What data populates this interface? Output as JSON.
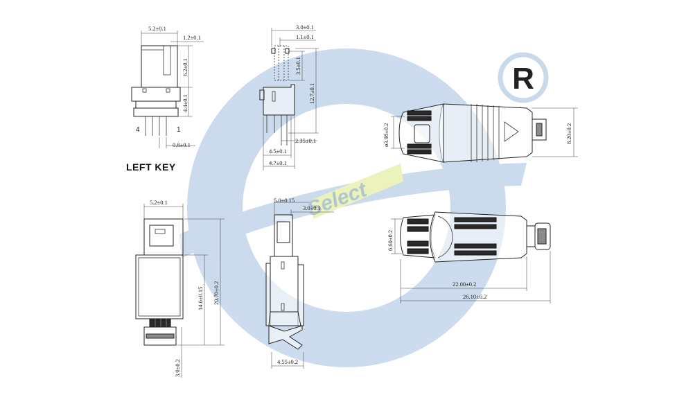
{
  "title_left": "LEFT KEY",
  "watermark": {
    "text": "Select",
    "registered_symbol": "R",
    "logo_color": "#c9d9ec",
    "logo_accent": "#eaf2b8"
  },
  "pins": {
    "left": "4",
    "right": "1"
  },
  "dims": {
    "tl_top_width": "5.2±0.1",
    "tl_notch": "1.2±0.1",
    "tl_upper_h": "6.2±0.1",
    "tl_lower_h": "4.4±0.1",
    "tl_pin_pitch": "0.8±0.1",
    "tm_top": "3.0±0.1",
    "tm_sub": "1.1±0.1",
    "tm_tab_h": "3.5±0.1",
    "tm_total_h": "12.7±0.1",
    "tm_pin_off": "2.35±0.1",
    "tm_base1": "4.5±0.1",
    "tm_base2": "4.7±0.1",
    "tr_dia": "ø3.98±0.2",
    "tr_height": "8.20±0.2",
    "bl_width": "5.2±0.1",
    "bl_body_h": "14.6±0.15",
    "bl_total_h": "20.70±0.2",
    "bl_tip_h": "3.0±0.2",
    "bm_top": "5.0±0.15",
    "bm_sub": "3.0±0.1",
    "bm_bottom": "4.55±0.2",
    "br_height": "6.60±0.2",
    "br_len1": "22.00±0.2",
    "br_len2": "26.10±0.2"
  }
}
